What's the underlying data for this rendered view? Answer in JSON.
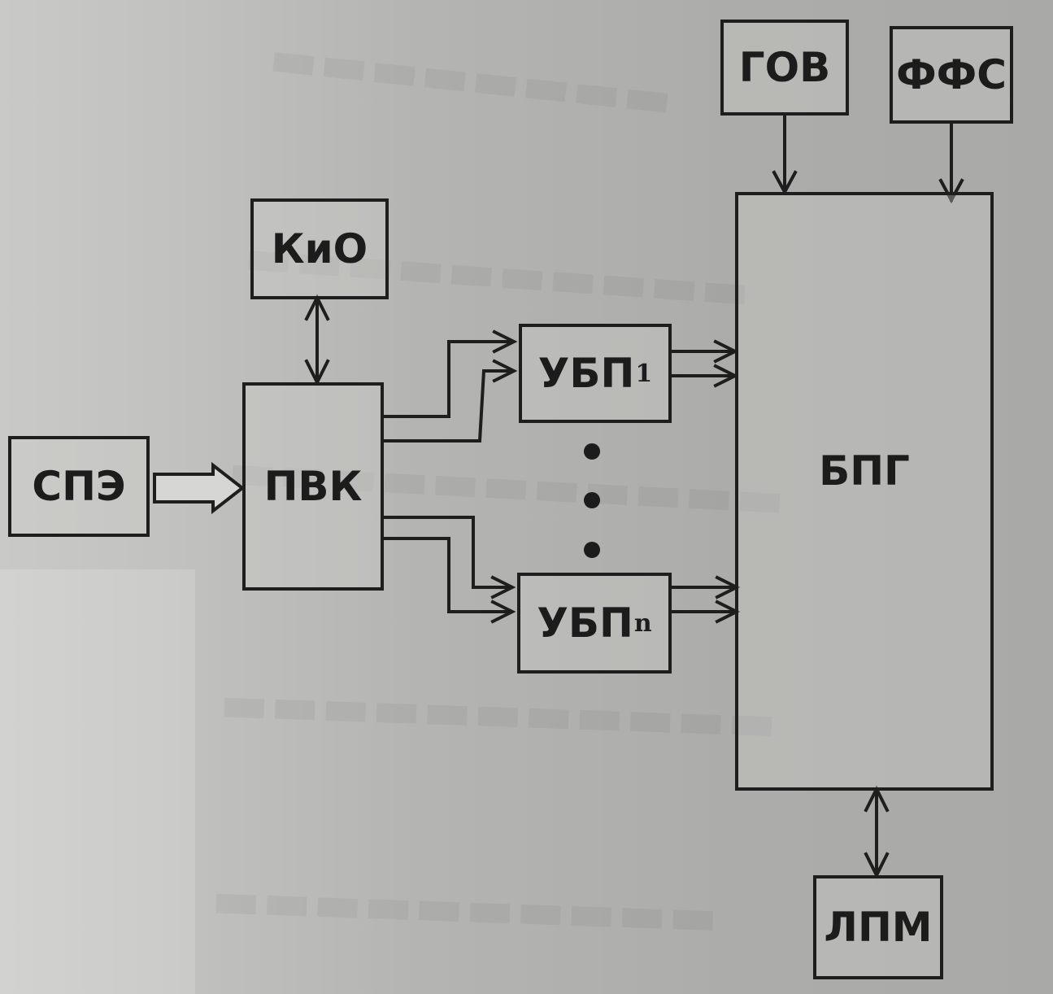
{
  "diagram": {
    "blocks": {
      "gov": {
        "label": "ГОВ"
      },
      "ffs": {
        "label": "ФФС"
      },
      "kio": {
        "label": "КиО"
      },
      "spe": {
        "label": "СПЭ"
      },
      "pvk": {
        "label": "ПВК"
      },
      "ubp1": {
        "label": "УБП",
        "sub": "1"
      },
      "ubpn": {
        "label": "УБП",
        "sub": "n"
      },
      "bpg": {
        "label": "БПГ"
      },
      "lpm": {
        "label": "ЛПМ"
      }
    }
  }
}
